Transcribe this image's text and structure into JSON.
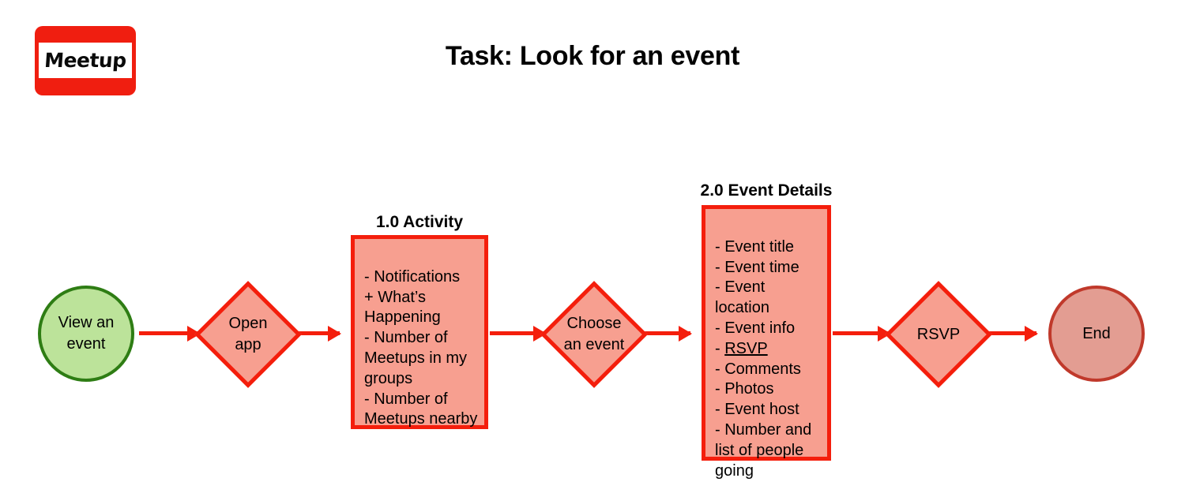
{
  "page": {
    "title": "Task: Look for an event",
    "background": "#ffffff"
  },
  "logo": {
    "name": "meetup-logo",
    "wordmark": "Meetup",
    "brand_color": "#f01e10",
    "band_color": "#ffffff"
  },
  "colors": {
    "accent_red": "#f41e0c",
    "node_fill": "#f79f90",
    "start_fill": "#bce39a",
    "start_border": "#2e7d14",
    "end_fill": "#e39d92",
    "end_border": "#c0392b"
  },
  "flow": {
    "start": {
      "label": "View an\nevent",
      "shape": "circle"
    },
    "open_app": {
      "label": "Open\napp",
      "shape": "diamond"
    },
    "activity": {
      "caption": "1.0 Activity",
      "shape": "process",
      "body": "- Notifications\n+ What’s\nHappening\n- Number of\nMeetups in my\ngroups\n- Number of\nMeetups nearby",
      "items": [
        "- Notifications + What’s Happening",
        "- Number of Meetups in my groups",
        "- Number of Meetups nearby"
      ]
    },
    "choose_event": {
      "label": "Choose\nan event",
      "shape": "diamond"
    },
    "event_details": {
      "caption": "2.0 Event Details",
      "shape": "process",
      "body_before_link": "- Event title\n- Event time\n- Event\nlocation\n- Event info\n- ",
      "link_item": "RSVP",
      "body_after_link": "\n- Comments\n- Photos\n- Event host\n- Number and\nlist of people\ngoing",
      "items": [
        "- Event title",
        "- Event time",
        "- Event location",
        "- Event info",
        "- RSVP",
        "- Comments",
        "- Photos",
        "- Event host",
        "- Number and list of people going"
      ]
    },
    "rsvp": {
      "label": "RSVP",
      "shape": "diamond"
    },
    "end": {
      "label": "End",
      "shape": "circle"
    }
  }
}
